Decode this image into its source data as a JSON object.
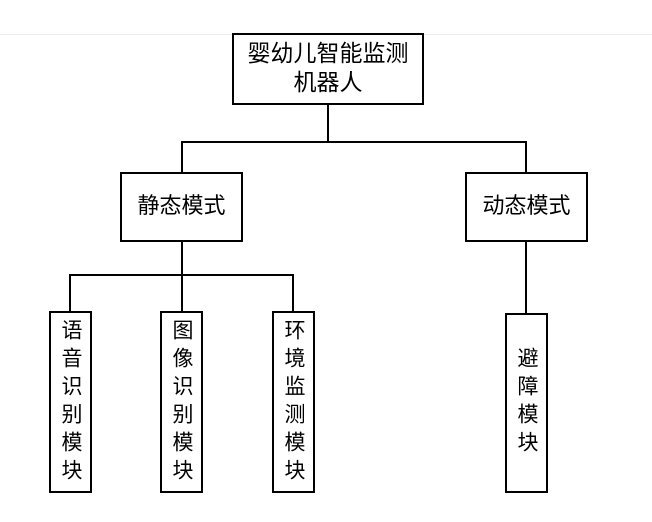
{
  "diagram": {
    "type": "tree",
    "orientation": "top-down",
    "background_color": "#ffffff",
    "line_color": "#000000",
    "text_color": "#000000",
    "root": {
      "label": "婴幼儿智能监测机器人",
      "line1": "婴幼儿智能监测",
      "line2": "机器人"
    },
    "branches": [
      {
        "label": "静态模式",
        "children": [
          {
            "label": "语音识别模块"
          },
          {
            "label": "图像识别模块"
          },
          {
            "label": "环境监测模块"
          }
        ]
      },
      {
        "label": "动态模式",
        "children": [
          {
            "label": "避障模块"
          }
        ]
      }
    ]
  }
}
